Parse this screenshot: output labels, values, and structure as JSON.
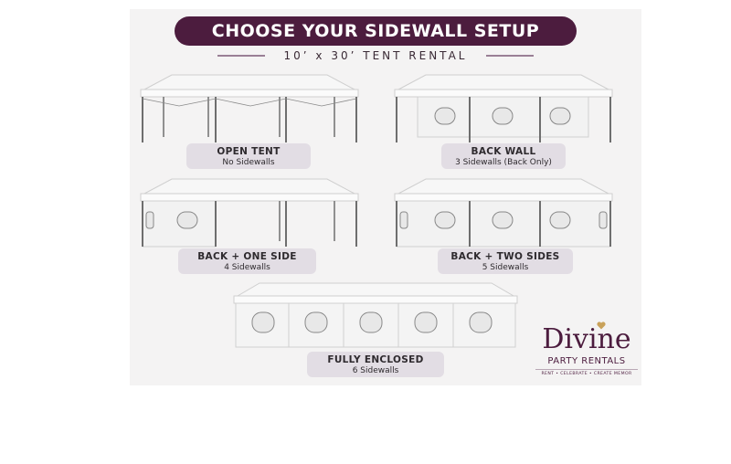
{
  "header": {
    "title": "CHOOSE YOUR SIDEWALL SETUP",
    "subtitle": "10’ x 30’ TENT RENTAL"
  },
  "options": [
    {
      "name": "OPEN TENT",
      "desc": "No Sidewalls"
    },
    {
      "name": "BACK WALL",
      "desc": "3 Sidewalls (Back Only)"
    },
    {
      "name": "BACK + ONE SIDE",
      "desc": "4 Sidewalls"
    },
    {
      "name": "BACK + TWO SIDES",
      "desc": "5 Sidewalls"
    },
    {
      "name": "FULLY ENCLOSED",
      "desc": "6 Sidewalls"
    }
  ],
  "logo": {
    "word": "Divine",
    "sub": "PARTY RENTALS",
    "tagline": "RENT • CELEBRATE • CREATE MEMOR"
  },
  "colors": {
    "brand": "#4c1c3e",
    "label_bg": "#e2dde4",
    "canopy": "#f7f7f7",
    "frame": "#6e6e6e",
    "gold": "#c9a25a"
  }
}
